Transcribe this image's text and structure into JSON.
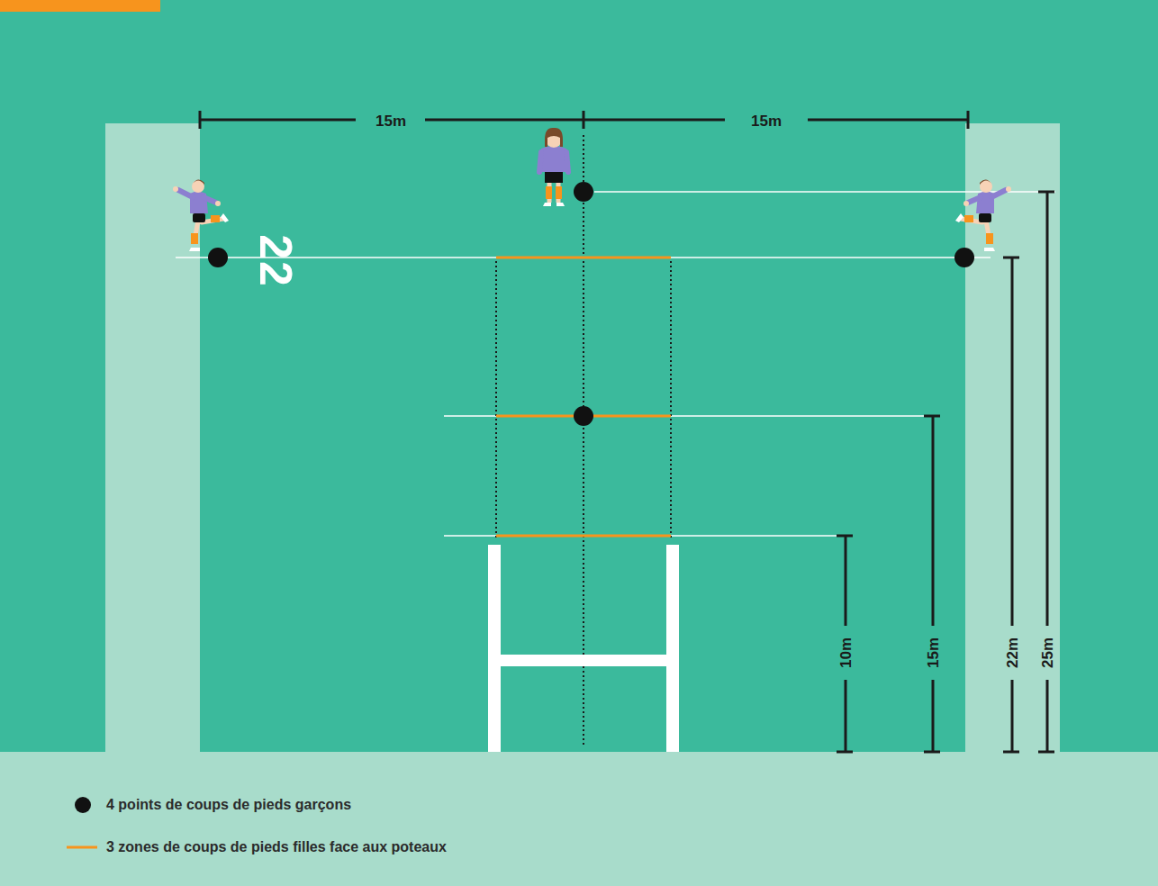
{
  "diagram": {
    "labels": [
      "15m",
      "15m",
      "22",
      "10m",
      "15m",
      "22m",
      "25m"
    ],
    "legend": [
      {
        "text": "4 points de coups de pieds garçons"
      },
      {
        "text": "3 zones de coups de pieds filles face aux poteaux"
      }
    ]
  }
}
